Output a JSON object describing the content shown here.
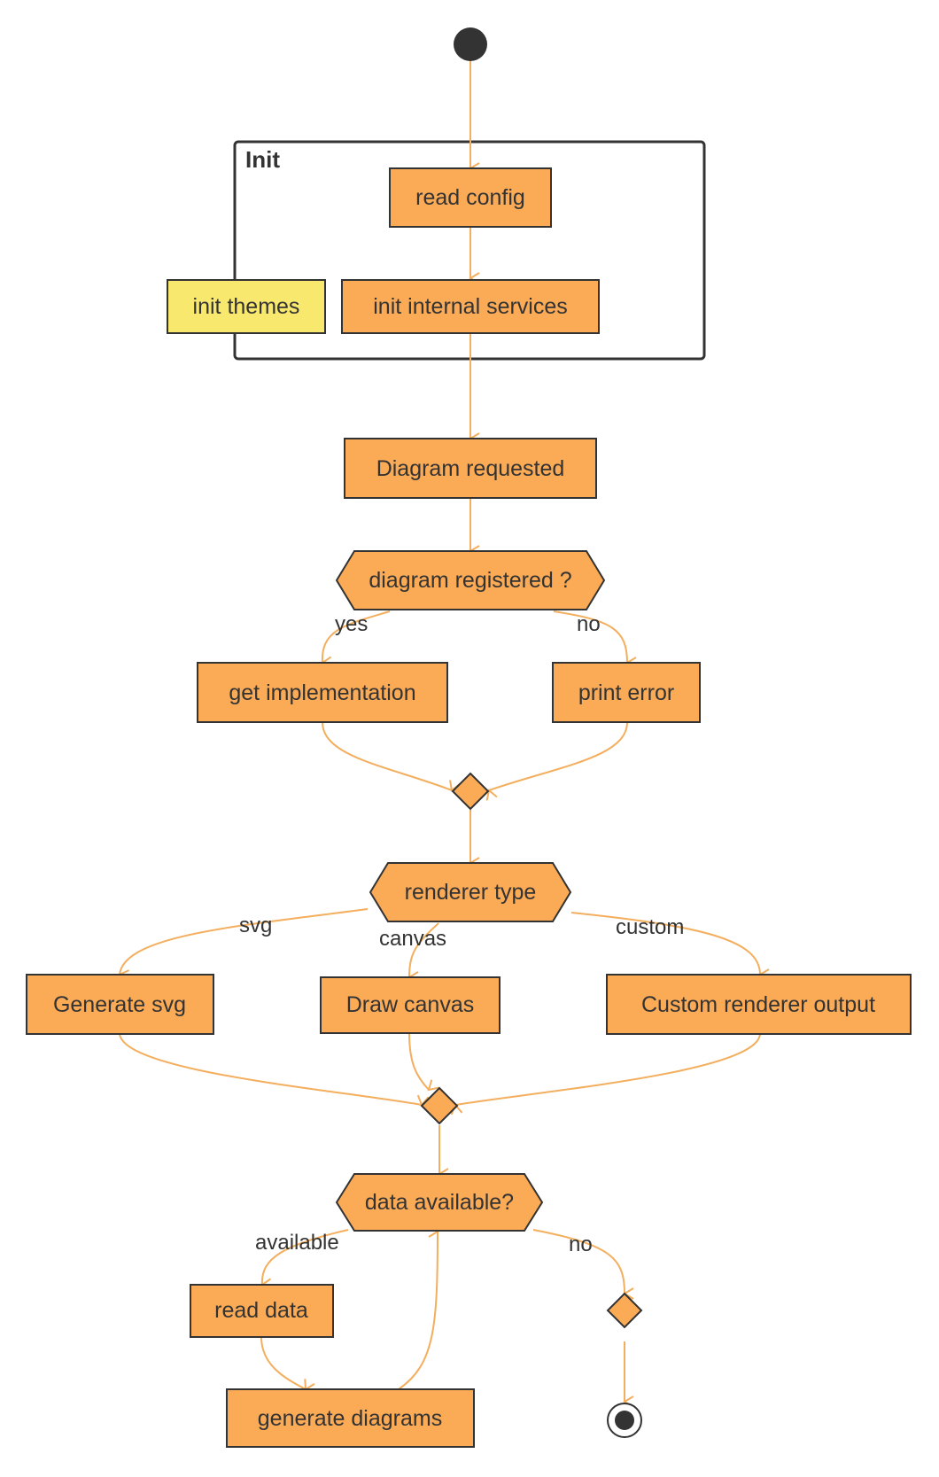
{
  "diagram": {
    "group": {
      "title": "Init"
    },
    "nodes": {
      "read_config": "read config",
      "init_internal_services": "init internal services",
      "init_themes": "init themes",
      "diagram_requested": "Diagram requested",
      "diagram_registered": "diagram registered ?",
      "get_implementation": "get implementation",
      "print_error": "print error",
      "renderer_type": "renderer type",
      "generate_svg": "Generate svg",
      "draw_canvas": "Draw canvas",
      "custom_renderer_output": "Custom renderer output",
      "data_available": "data available?",
      "read_data": "read data",
      "generate_diagrams": "generate diagrams"
    },
    "edge_labels": {
      "yes": "yes",
      "no1": "no",
      "svg": "svg",
      "canvas": "canvas",
      "custom": "custom",
      "available": "available",
      "no2": "no"
    },
    "colors": {
      "node_fill": "#FBAA56",
      "node_stroke": "#333333",
      "note_fill": "#F8E96E",
      "edge": "#F3AE5E",
      "start": "#333333"
    }
  }
}
